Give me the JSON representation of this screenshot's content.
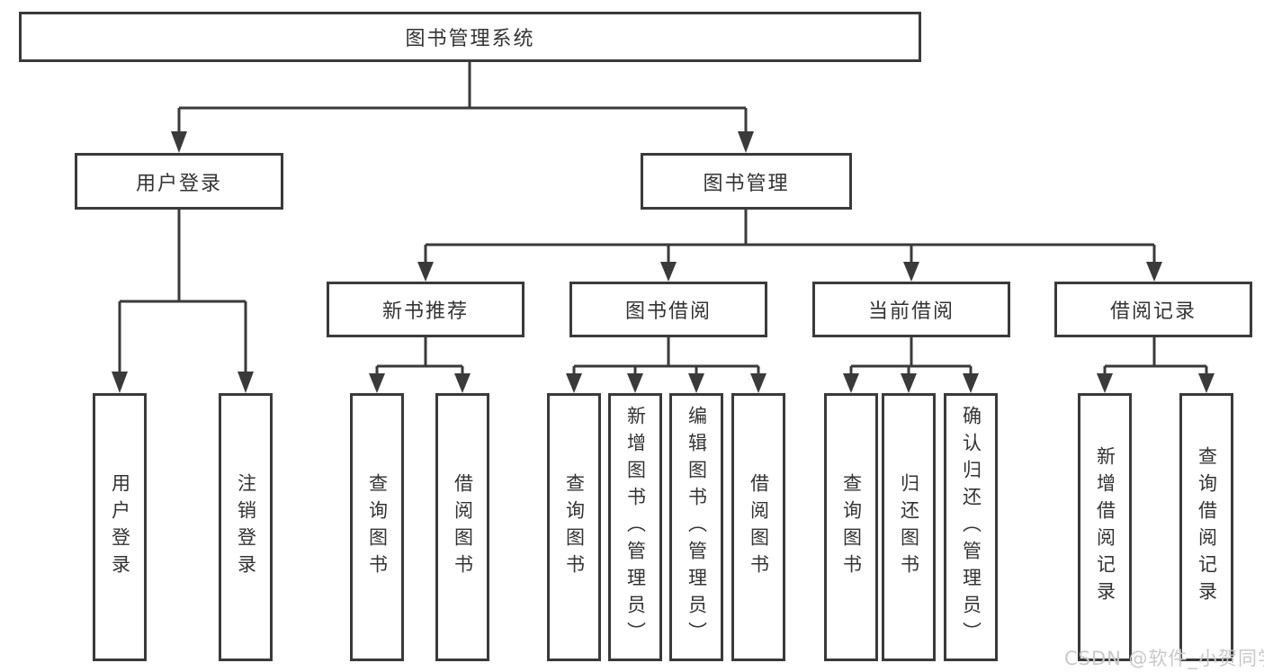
{
  "tree": {
    "label": "图书管理系统",
    "children": [
      {
        "label": "用户登录",
        "children": [
          {
            "label": "用户登录"
          },
          {
            "label": "注销登录"
          }
        ]
      },
      {
        "label": "图书管理",
        "children": [
          {
            "label": "新书推荐",
            "children": [
              {
                "label": "查询图书"
              },
              {
                "label": "借阅图书"
              }
            ]
          },
          {
            "label": "图书借阅",
            "children": [
              {
                "label": "查询图书"
              },
              {
                "label": "新增图书（管理员）"
              },
              {
                "label": "编辑图书（管理员）"
              },
              {
                "label": "借阅图书"
              }
            ]
          },
          {
            "label": "当前借阅",
            "children": [
              {
                "label": "查询图书"
              },
              {
                "label": "归还图书"
              },
              {
                "label": "确认归还（管理员）"
              }
            ]
          },
          {
            "label": "借阅记录",
            "children": [
              {
                "label": "新增借阅记录"
              },
              {
                "label": "查询借阅记录"
              }
            ]
          }
        ]
      }
    ]
  },
  "watermark": {
    "text": "CSDN @软件_小贺同学"
  },
  "colors": {
    "line": "#3a3a3a",
    "box_border": "#3a3a3a",
    "box_background": "#ffffff",
    "text": "#333333",
    "watermark_text": "#c9c9c9",
    "page_background": "#ffffff"
  }
}
